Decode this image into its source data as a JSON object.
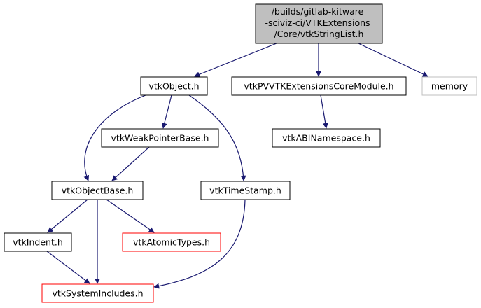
{
  "colors": {
    "edge": "#191970",
    "root_fill": "#bfbfbf",
    "normal_border": "#000000",
    "missing_border": "#ff0000",
    "external_border": "#bfbfbf"
  },
  "nodes": {
    "root": [
      "/builds/gitlab-kitware",
      "-sciviz-ci/VTKExtensions",
      "/Core/vtkStringList.h"
    ],
    "vtk_object": "vtkObject.h",
    "core_module": "vtkPVVTKExtensionsCoreModule.h",
    "memory": "memory",
    "weak_pointer_base": "vtkWeakPointerBase.h",
    "abi_namespace": "vtkABINamespace.h",
    "object_base": "vtkObjectBase.h",
    "time_stamp": "vtkTimeStamp.h",
    "indent": "vtkIndent.h",
    "atomic_types": "vtkAtomicTypes.h",
    "system_includes": "vtkSystemIncludes.h"
  },
  "edges": [
    [
      "root",
      "vtk_object"
    ],
    [
      "root",
      "core_module"
    ],
    [
      "root",
      "memory"
    ],
    [
      "core_module",
      "abi_namespace"
    ],
    [
      "vtk_object",
      "weak_pointer_base"
    ],
    [
      "vtk_object",
      "object_base"
    ],
    [
      "vtk_object",
      "time_stamp"
    ],
    [
      "weak_pointer_base",
      "object_base"
    ],
    [
      "object_base",
      "indent"
    ],
    [
      "object_base",
      "atomic_types"
    ],
    [
      "object_base",
      "system_includes"
    ],
    [
      "indent",
      "system_includes"
    ],
    [
      "time_stamp",
      "system_includes"
    ]
  ]
}
